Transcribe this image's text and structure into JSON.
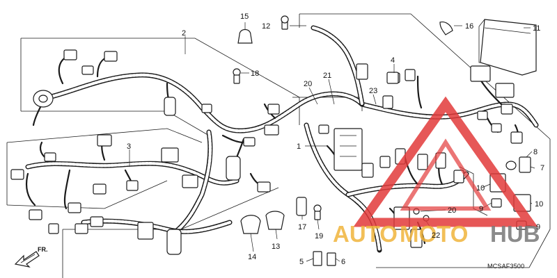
{
  "callouts": {
    "c1": "1",
    "c2": "2",
    "c3": "3",
    "c4": "4",
    "c5": "5",
    "c6": "6",
    "c7": "7",
    "c8": "8",
    "c9a": "9",
    "c9b": "9",
    "c10a": "10",
    "c10b": "10",
    "c11": "11",
    "c12": "12",
    "c13": "13",
    "c14": "14",
    "c15": "15",
    "c16": "16",
    "c17": "17",
    "c18": "18",
    "c19": "19",
    "c20a": "20",
    "c20b": "20",
    "c21": "21",
    "c22": "22",
    "c23": "23"
  },
  "direction_label": "FR.",
  "diagram_code": "MCSAF3500",
  "watermark": {
    "part1": "AUTO",
    "part2": "MOTO",
    "part3": "HUB",
    "accent": "#e23a3a",
    "gold": "#f0b43c"
  }
}
